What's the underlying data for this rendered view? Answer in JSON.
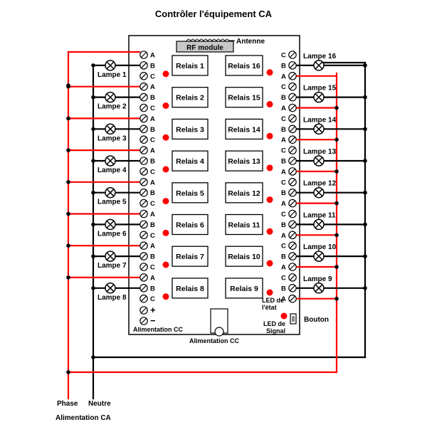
{
  "title": "Contrôler l'équipement CA",
  "antenna_label": "Antenne",
  "rf_module_label": "RF module",
  "left_relays": [
    "Relais 1",
    "Relais 2",
    "Relais 3",
    "Relais 4",
    "Relais 5",
    "Relais 6",
    "Relais 7",
    "Relais 8"
  ],
  "right_relays": [
    "Relais 16",
    "Relais 15",
    "Relais 14",
    "Relais 13",
    "Relais 12",
    "Relais 11",
    "Relais 10",
    "Relais 9"
  ],
  "left_lamps": [
    "Lampe 1",
    "Lampe 2",
    "Lampe 3",
    "Lampe 4",
    "Lampe 5",
    "Lampe 6",
    "Lampe 7",
    "Lampe 8"
  ],
  "right_lamps": [
    "Lampe 16",
    "Lampe 15",
    "Lampe 14",
    "Lampe 13",
    "Lampe 12",
    "Lampe 11",
    "Lampe 10",
    "Lampe 9"
  ],
  "left_terminal_order": [
    "A",
    "B",
    "C"
  ],
  "right_terminal_order": [
    "C",
    "B",
    "A"
  ],
  "dc_plus": "+",
  "dc_minus": "−",
  "dc_supply_label": "Alimentation CC",
  "dc_supply_bottom_label": "Alimentation CC",
  "state_led_label": [
    "LED de",
    "l'état"
  ],
  "signal_led_label": [
    "LED de",
    "Signal"
  ],
  "button_label": "Bouton",
  "phase_label": "Phase",
  "neutral_label": "Neutre",
  "ac_supply_label": "Alimentation CA",
  "colors": {
    "phase_wire": "#ff0000",
    "neutral_wire": "#000000",
    "led": "#ff0000",
    "board": "#ffffff",
    "rf_module": "#c8c8c8"
  }
}
